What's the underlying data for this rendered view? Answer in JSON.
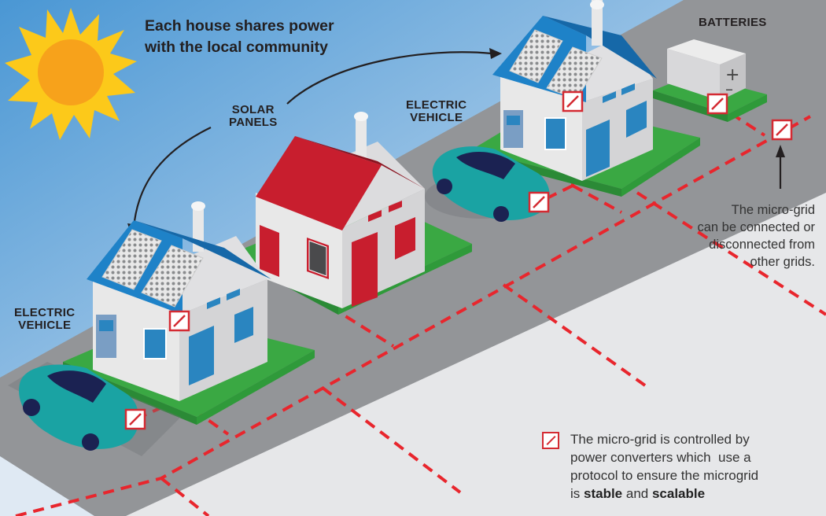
{
  "headline": {
    "line1": "Each house shares power",
    "line2": "with the local community"
  },
  "labels": {
    "solar_panels": {
      "line1": "SOLAR",
      "line2": "PANELS"
    },
    "electric_vehicle_left": {
      "line1": "ELECTRIC",
      "line2": "VEHICLE"
    },
    "electric_vehicle_right": {
      "line1": "ELECTRIC",
      "line2": "VEHICLE"
    },
    "batteries": "BATTERIES"
  },
  "notes": {
    "connect": {
      "line1": "The micro-grid",
      "line2": "can be connected or",
      "line3": "disconnected from",
      "line4": "other grids."
    },
    "legend": {
      "line1": "The micro-grid is controlled by",
      "line2": "power converters which  use a",
      "line3": "protocol to ensure the microgrid",
      "line4_prefix": "is ",
      "line4_bold1": "stable",
      "line4_mid": " and ",
      "line4_bold2": "scalable"
    }
  },
  "icons": [
    "sun-icon",
    "power-converter-icon",
    "battery-icon",
    "car-icon",
    "house-icon",
    "arrow-icon"
  ],
  "colors": {
    "sky_top": "#4f9bd6",
    "sky_bottom": "#dfeaf5",
    "road": "#939598",
    "sidewalk": "#e6e7e9",
    "lawn": "#3aa843",
    "grid_line": "#e8262d",
    "roof_blue": "#1e82c8",
    "roof_red": "#c81e2e",
    "car_teal": "#1aa3a3",
    "sun_outer": "#fcc91a",
    "sun_inner": "#f7a21b"
  }
}
